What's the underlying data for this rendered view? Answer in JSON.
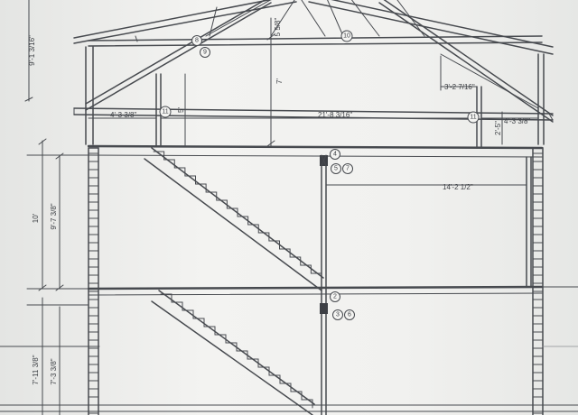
{
  "dimensions": {
    "roof_left_vertical": "9'-1 3/16\"",
    "ridge_height": "5 5/8\"",
    "truss_height": "7'",
    "right_eave_offset": "3'-2 7/16\"",
    "left_eave_width": "4'-3 3/8\"",
    "knee_wall_height": "5'",
    "truss_span": "21'-8 3/16\"",
    "right_eave_width": "4'-3 3/8\"",
    "right_knee_height": "2'-5\"",
    "interior_width": "14'-2 1/2\"",
    "floor_height_total": "10'",
    "floor_height_inner": "9'-7 3/8\"",
    "ground_height_total": "7'-11 3/8\"",
    "ground_height_inner": "7'-3 3/8\""
  },
  "tags": {
    "t2": "2",
    "t3": "3",
    "t4": "4",
    "t5": "5",
    "t6": "6",
    "t7": "7",
    "t8": "8",
    "t9": "9",
    "t10": "10",
    "t11a": "11",
    "t11b": "11"
  }
}
